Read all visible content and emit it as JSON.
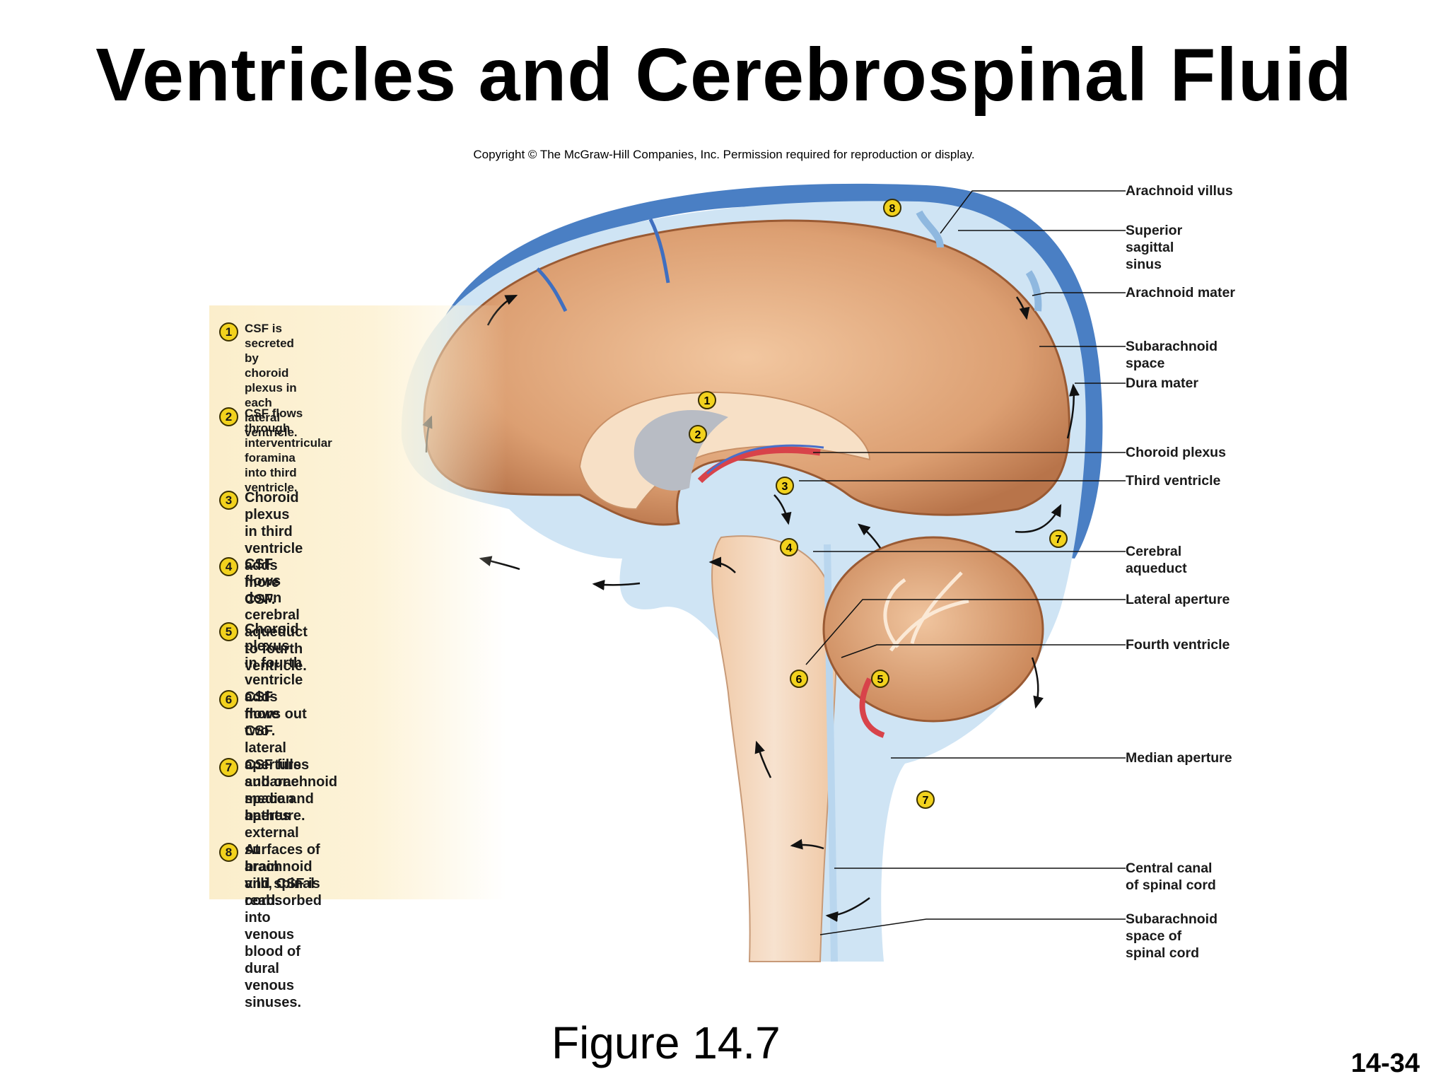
{
  "title": "Ventricles and Cerebrospinal Fluid",
  "copyright": "Copyright © The McGraw-Hill Companies, Inc. Permission required for reproduction or display.",
  "figure_label": "Figure 14.7",
  "page_number": "14-34",
  "steps": [
    {
      "num": "1",
      "text": "CSF is secreted by\nchoroid plexus in\neach lateral ventricle."
    },
    {
      "num": "2",
      "text": "CSF flows through\ninterventricular foramina\ninto third ventricle."
    },
    {
      "num": "3",
      "text": "Choroid plexus in third\nventricle adds more CSF."
    },
    {
      "num": "4",
      "text": "CSF flows down cerebral\naqueduct to fourth ventricle."
    },
    {
      "num": "5",
      "text": "Choroid plexus in fourth\nventricle adds more CSF."
    },
    {
      "num": "6",
      "text": "CSF flows out two lateral apertures\nand one median aperture."
    },
    {
      "num": "7",
      "text": "CSF fills subarachnoid space and\nbathes external surfaces of brain\nand spinal cord."
    },
    {
      "num": "8",
      "text": "At arachnoid villi, CSF is reabsorbed\ninto venous blood of dural\nvenous sinuses."
    }
  ],
  "labels": [
    "Arachnoid villus",
    "Superior\nsagittal\nsinus",
    "Arachnoid mater",
    "Subarachnoid\nspace",
    "Dura mater",
    "Choroid plexus",
    "Third ventricle",
    "Cerebral\naqueduct",
    "Lateral aperture",
    "Fourth ventricle",
    "Median aperture",
    "Central canal\nof spinal cord",
    "Subarachnoid\nspace of\nspinal cord"
  ],
  "diagram_markers": [
    "1",
    "2",
    "3",
    "4",
    "5",
    "6",
    "7",
    "7",
    "8"
  ],
  "colors": {
    "dura": "#4a7fc4",
    "csf": "#cfe4f4",
    "brain": "#d99a6c",
    "marker": "#f2d21d"
  }
}
